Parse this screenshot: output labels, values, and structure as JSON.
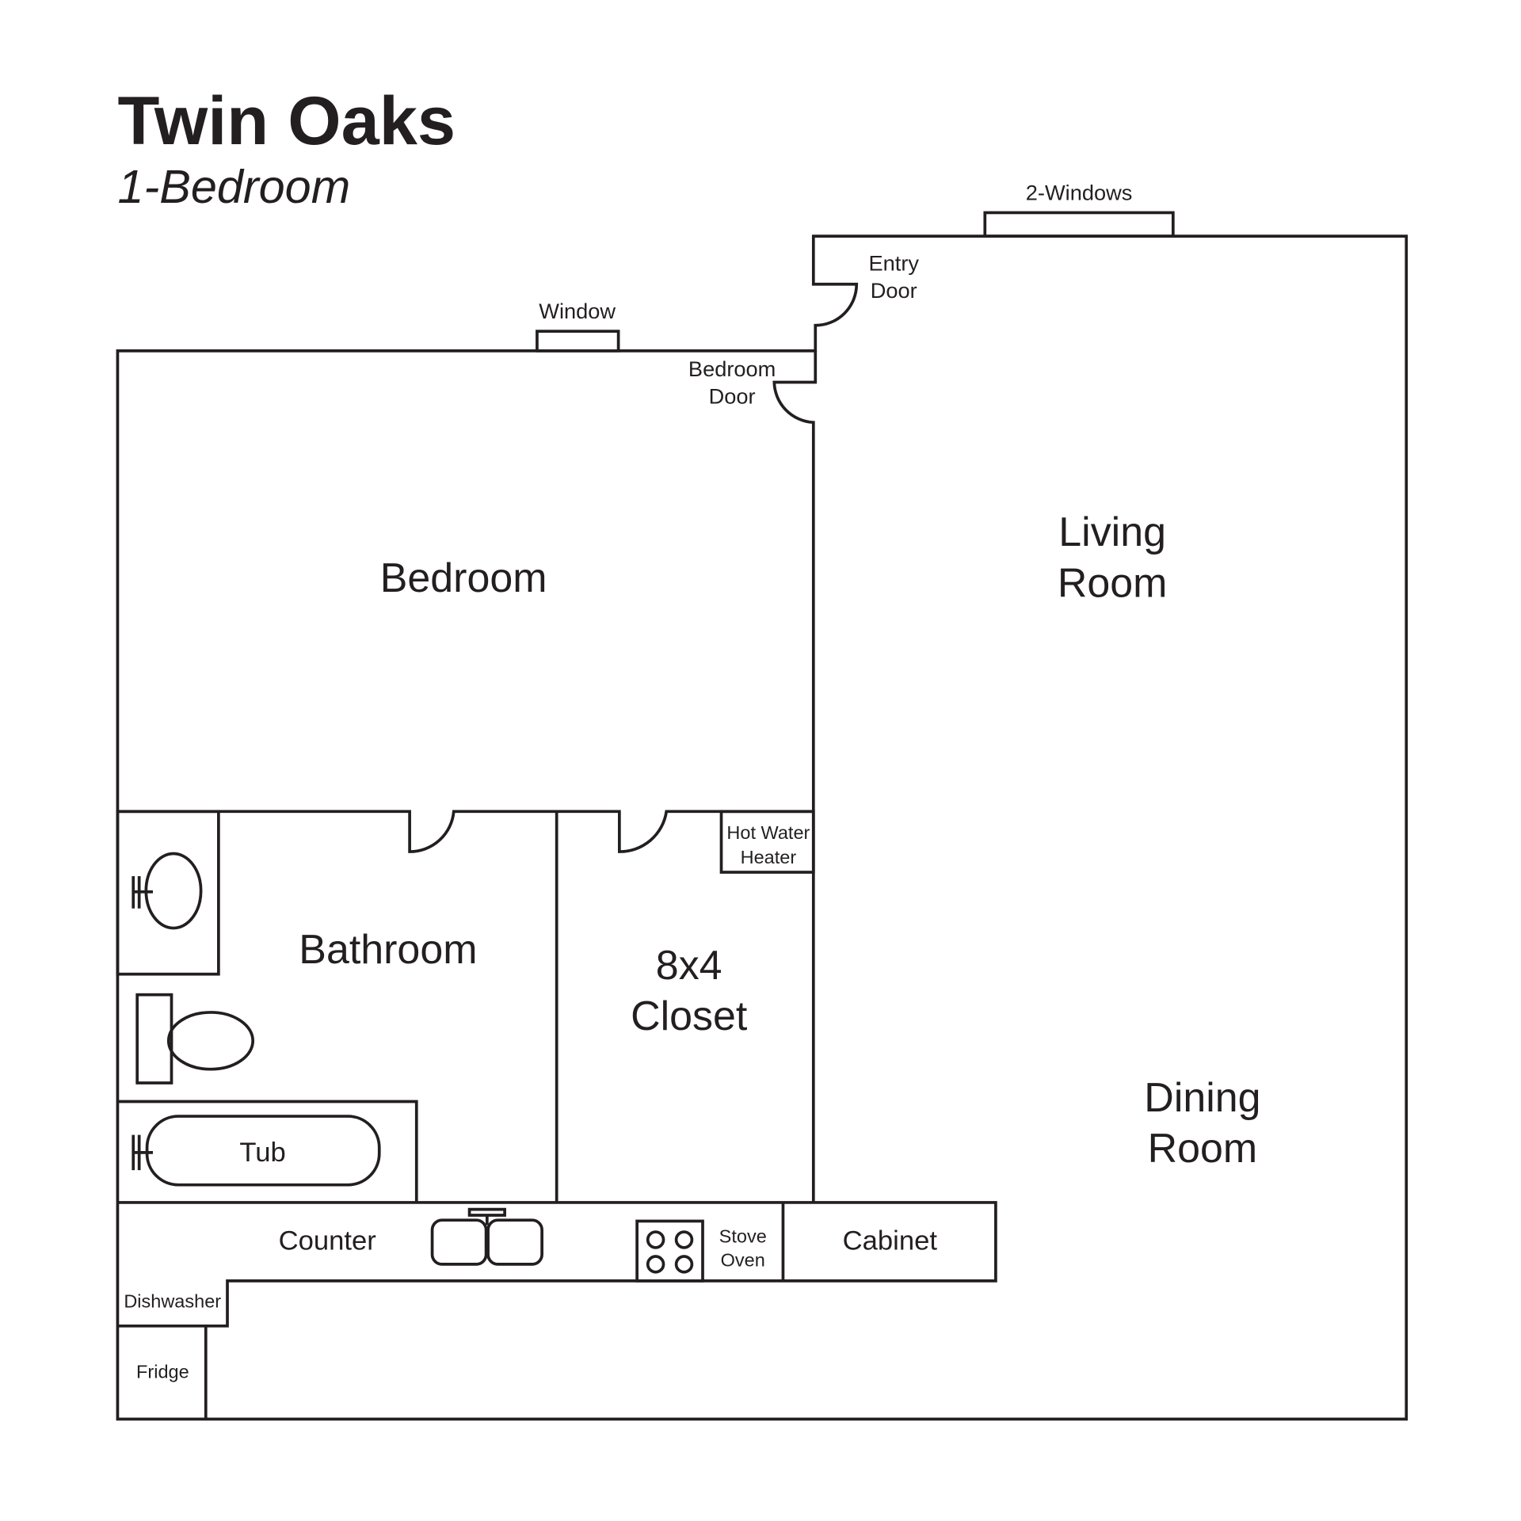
{
  "title": "Twin Oaks",
  "subtitle": "1-Bedroom",
  "colors": {
    "line": "#231f20",
    "background": "#ffffff"
  },
  "labels": {
    "two_windows": "2-Windows",
    "window": "Window",
    "entry_door": [
      "Entry",
      "Door"
    ],
    "bedroom_door": [
      "Bedroom",
      "Door"
    ],
    "bedroom": "Bedroom",
    "living_room": [
      "Living",
      "Room"
    ],
    "dining_room": [
      "Dining",
      "Room"
    ],
    "bathroom": "Bathroom",
    "closet": [
      "8x4",
      "Closet"
    ],
    "hot_water_heater": [
      "Hot Water",
      "Heater"
    ],
    "tub": "Tub",
    "counter": "Counter",
    "stove_oven": [
      "Stove",
      "Oven"
    ],
    "cabinet": "Cabinet",
    "dishwasher": "Dishwasher",
    "fridge": "Fridge"
  }
}
